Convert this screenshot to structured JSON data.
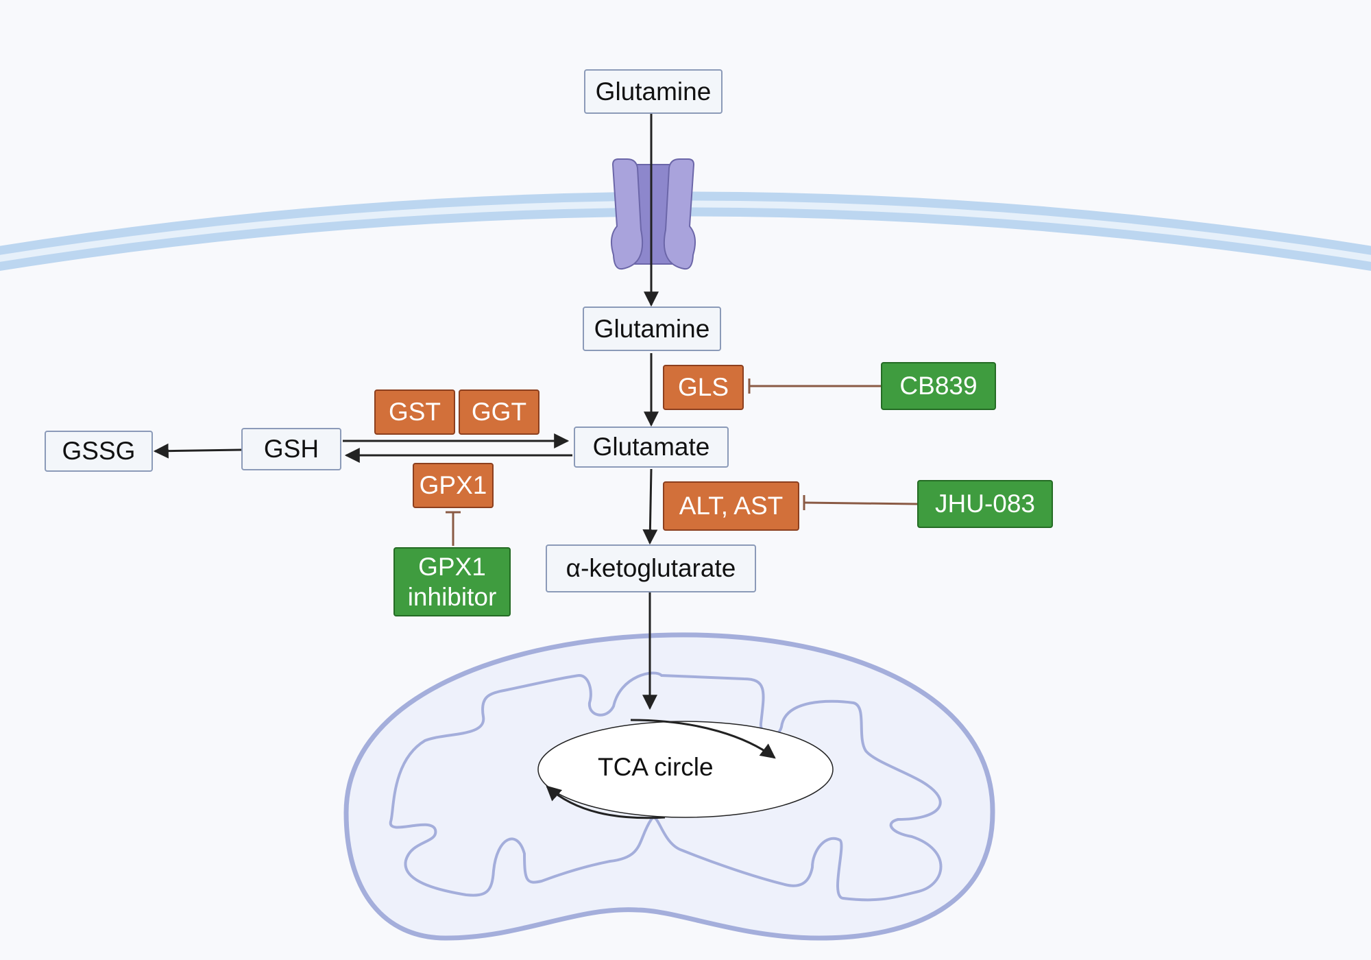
{
  "metabolites": {
    "glutamine_extracellular": "Glutamine",
    "glutamine_intracellular": "Glutamine",
    "glutamate": "Glutamate",
    "alpha_ketoglutarate": "α-ketoglutarate",
    "gsh": "GSH",
    "gssg": "GSSG"
  },
  "enzymes": {
    "gls": "GLS",
    "alt_ast": "ALT, AST",
    "gst": "GST",
    "ggt": "GGT",
    "gpx1": "GPX1"
  },
  "inhibitors": {
    "cb839": "CB839",
    "jhu083": "JHU-083",
    "gpx1_inhibitor_line1": "GPX1",
    "gpx1_inhibitor_line2": "inhibitor"
  },
  "tca_label": "TCA circle",
  "colors": {
    "metabolite_fill": "#f3f6fa",
    "metabolite_border": "#8b9ab8",
    "enzyme_fill": "#d2703a",
    "inhibitor_fill": "#3f9c3f",
    "membrane": "#bcd6f0",
    "transporter": "#a9a3dc",
    "mitochondrion": "#a4aedb",
    "arrow": "#222222",
    "inhibition_line": "#8a5a44"
  }
}
